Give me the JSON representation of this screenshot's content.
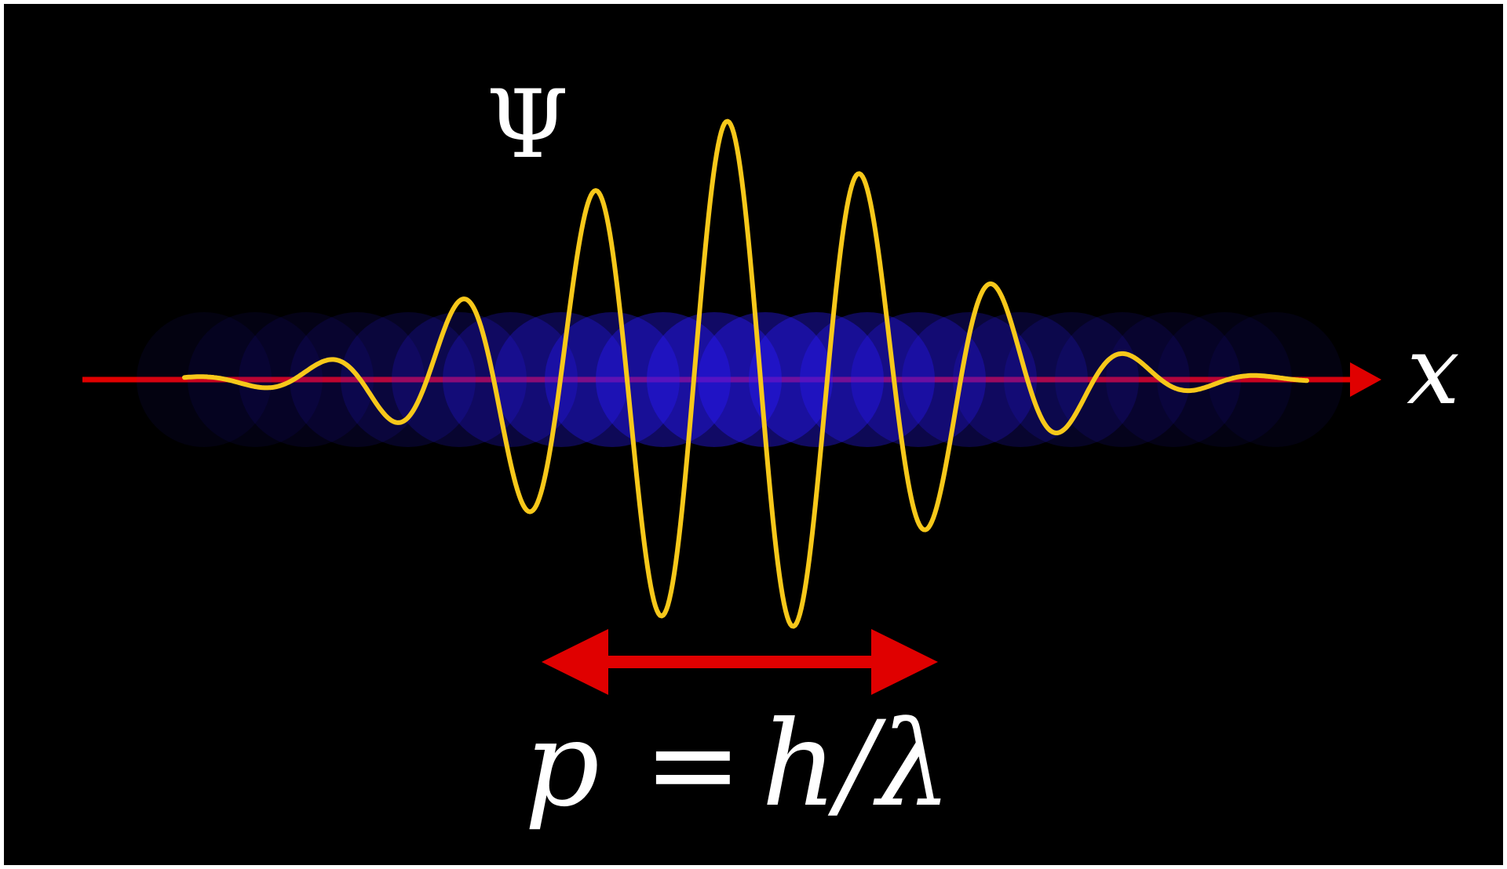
{
  "labels": {
    "psi": "Ψ",
    "x_axis": "x",
    "formula_p": "p",
    "formula_eq": "=",
    "formula_rhs": "h/λ"
  },
  "colors": {
    "background": "#000000",
    "border": "#ffffff",
    "wave": "#f7c81a",
    "axis": "#e00000",
    "blobs": "#2a1aff",
    "text": "#ffffff"
  }
}
